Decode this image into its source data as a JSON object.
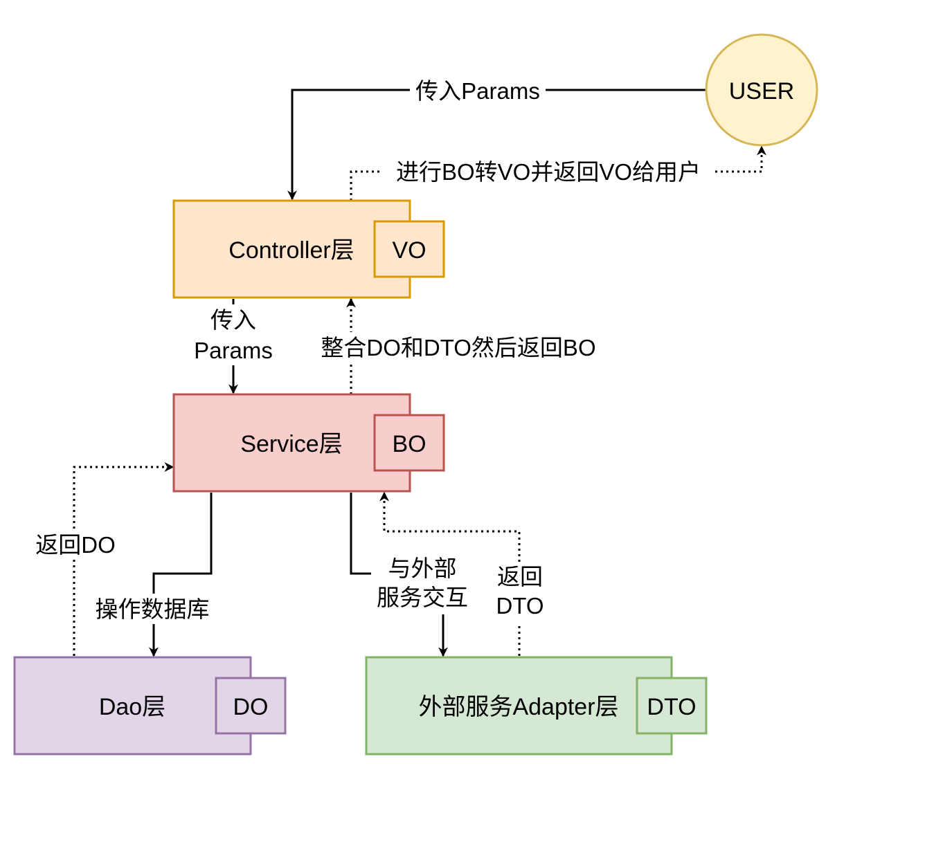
{
  "nodes": {
    "user": {
      "label": "USER",
      "fill": "#fff2cc",
      "stroke": "#d6b656"
    },
    "controller": {
      "label": "Controller层",
      "fill": "#ffe6cc",
      "stroke": "#d79b00",
      "badge": "VO"
    },
    "service": {
      "label": "Service层",
      "fill": "#f8cecc",
      "stroke": "#b85450",
      "badge": "BO"
    },
    "dao": {
      "label": "Dao层",
      "fill": "#e1d5e7",
      "stroke": "#9673a6",
      "badge": "DO"
    },
    "adapter": {
      "label": "外部服务Adapter层",
      "fill": "#d5e8d4",
      "stroke": "#82b366",
      "badge": "DTO"
    }
  },
  "edges": {
    "user_to_controller": {
      "label": "传入Params"
    },
    "controller_to_user": {
      "label": "进行BO转VO并返回VO给用户"
    },
    "controller_to_service": {
      "label_line1": "传入",
      "label_line2": "Params"
    },
    "service_to_controller": {
      "label": "整合DO和DTO然后返回BO"
    },
    "service_to_dao": {
      "label": "操作数据库"
    },
    "dao_to_service": {
      "label": "返回DO"
    },
    "service_to_adapter": {
      "label_line1": "与外部",
      "label_line2": "服务交互"
    },
    "adapter_to_service": {
      "label_line1": "返回",
      "label_line2": "DTO"
    }
  }
}
